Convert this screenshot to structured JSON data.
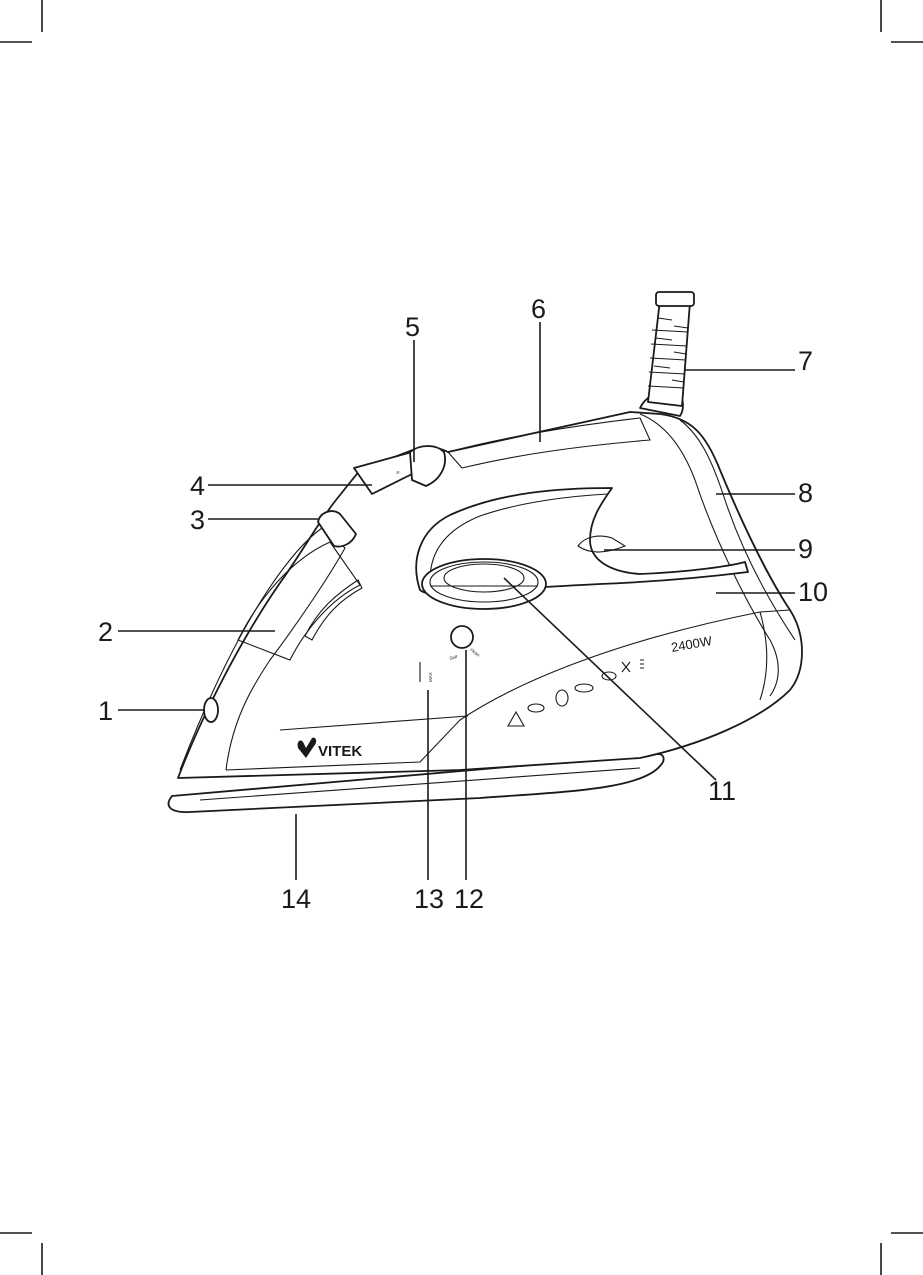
{
  "diagram": {
    "brand": "VITEK",
    "power_label": "2400W",
    "self_clean_label_1": "Self",
    "self_clean_label_2": "clean",
    "max_label": "MAX",
    "callouts": [
      "1",
      "2",
      "3",
      "4",
      "5",
      "6",
      "7",
      "8",
      "9",
      "10",
      "11",
      "12",
      "13",
      "14"
    ]
  },
  "colors": {
    "ink": "#1a1a1a",
    "background": "#ffffff"
  }
}
